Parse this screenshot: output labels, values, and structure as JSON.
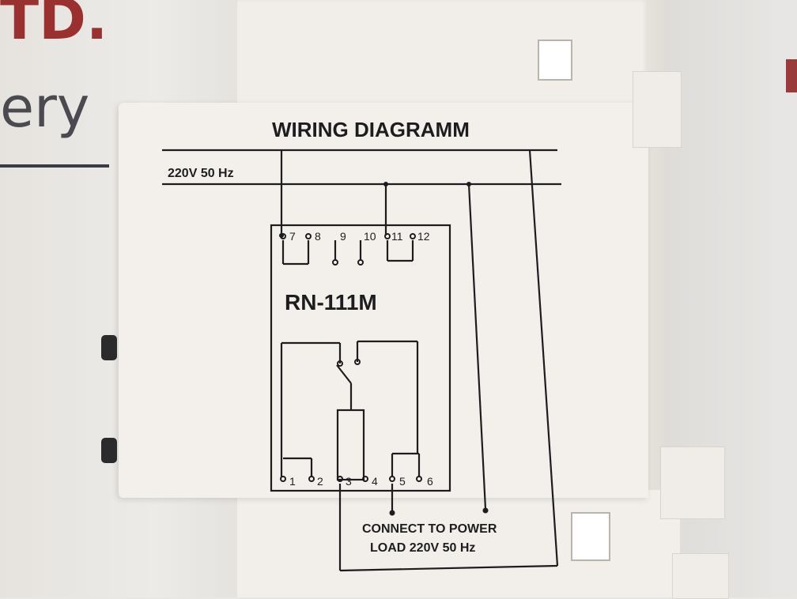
{
  "background": {
    "brand_fragment_top": "TD.",
    "brand_fragment_middle": "ery"
  },
  "diagram": {
    "title": "WIRING DIAGRAMM",
    "supply_label": "220V 50 Hz",
    "model": "RN-111M",
    "top_terminals": [
      "7",
      "8",
      "9",
      "10",
      "11",
      "12"
    ],
    "bottom_terminals": [
      "1",
      "2",
      "3",
      "4",
      "5",
      "6"
    ],
    "connect_line1": "CONNECT TO POWER",
    "connect_line2": "LOAD  220V 50 Hz"
  },
  "colors": {
    "print": "#1d1d1f",
    "housing": "#f3f0eb",
    "brand_red": "#9b3030"
  }
}
